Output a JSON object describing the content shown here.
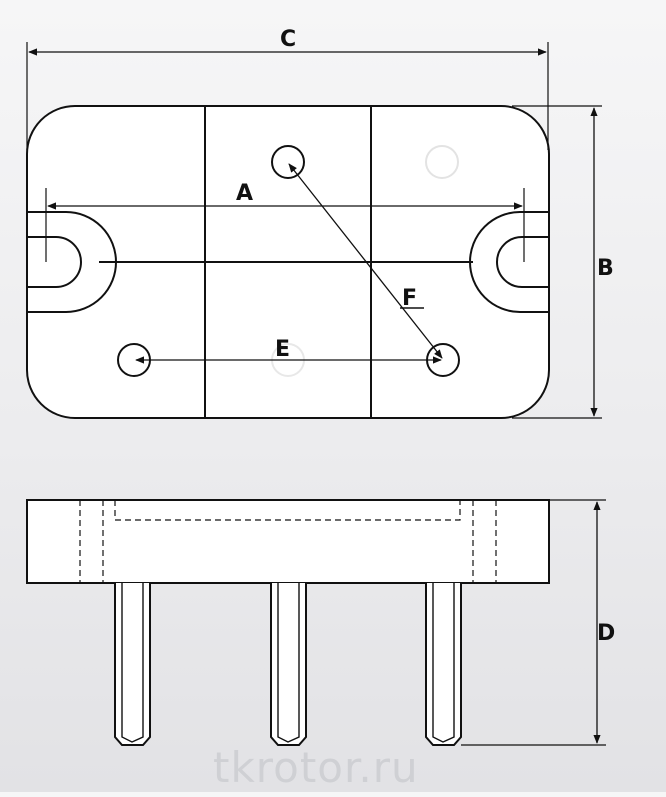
{
  "labels": {
    "a": "A",
    "b": "B",
    "c": "C",
    "d": "D",
    "e": "E",
    "f": "F"
  },
  "watermark": "tkrotor.ru",
  "colors": {
    "stroke": "#111111",
    "body_fill": "#ffffff",
    "watermark": "#cfd0d4"
  }
}
